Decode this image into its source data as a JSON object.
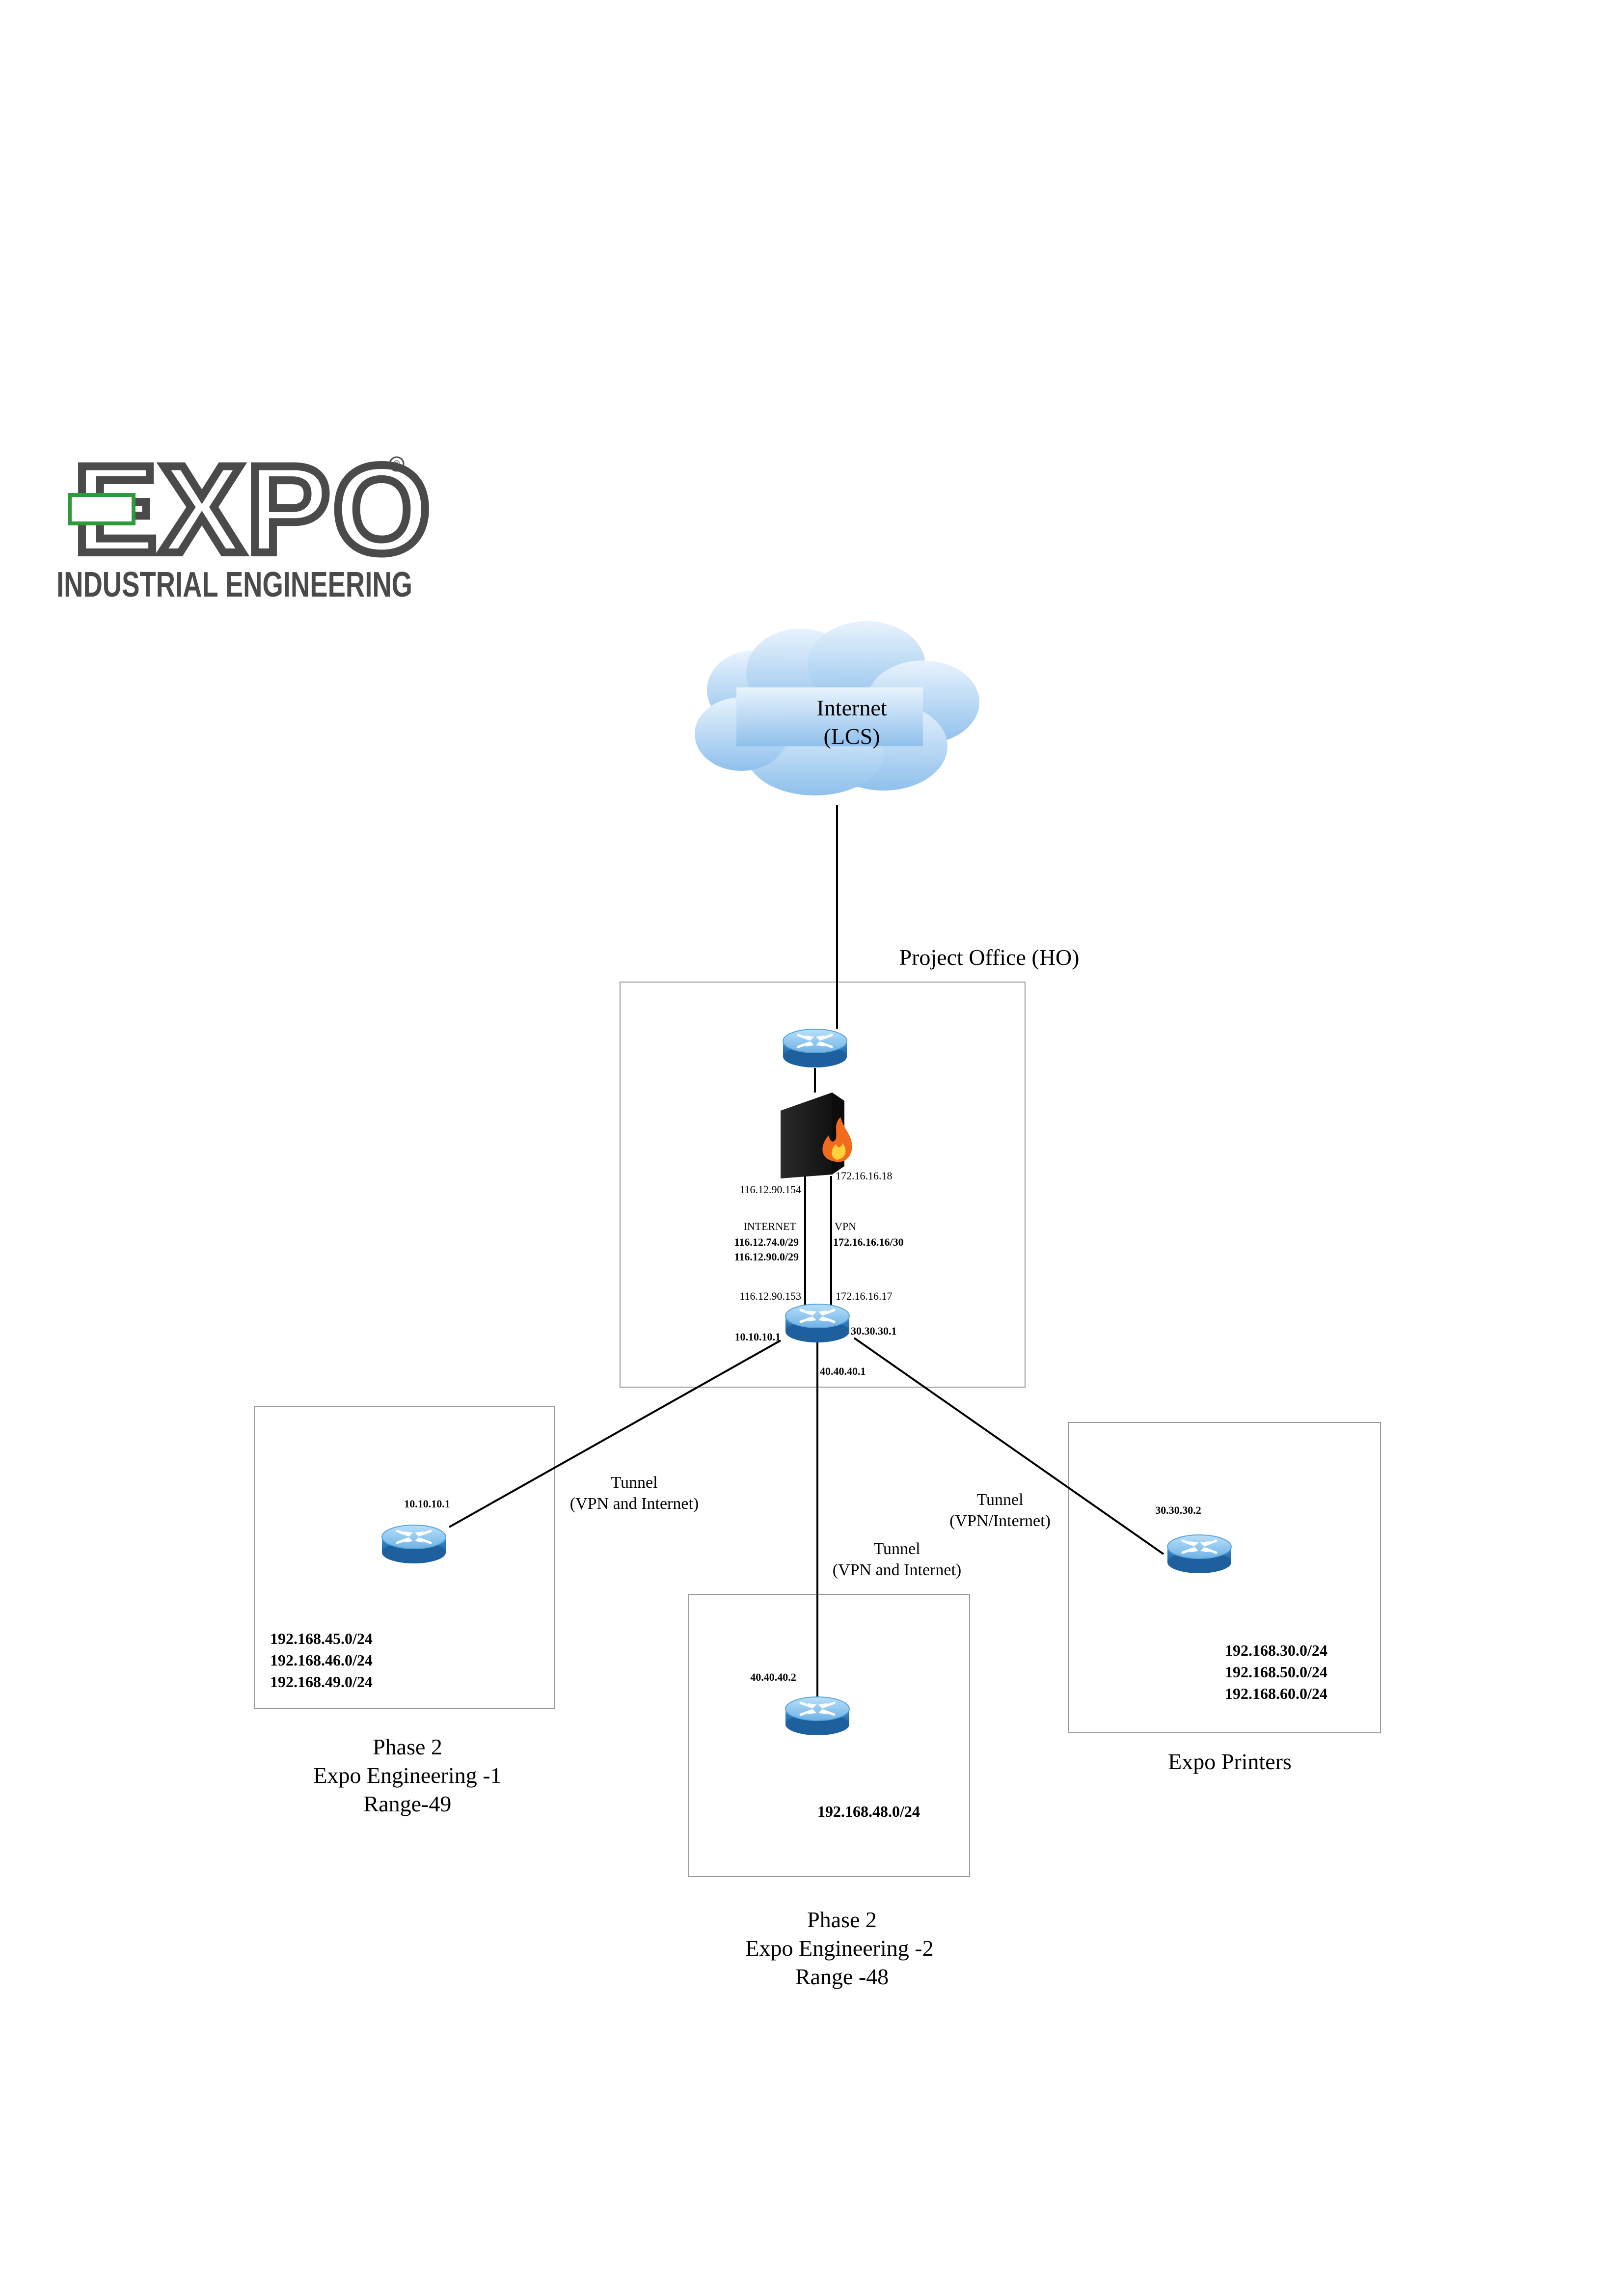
{
  "logo": {
    "wordmark": "EXPO",
    "registered": "®",
    "tagline": "INDUSTRIAL ENGINEERING"
  },
  "colors": {
    "logo_gray": "#4a4a4a",
    "logo_green": "#2e9b3a",
    "cloud_light": "#dcecfb",
    "cloud_dark": "#8fbfea",
    "router_top": "#8fc9f2",
    "router_side": "#2d7fc7",
    "firewall_body": "#1b1b1b",
    "box_border": "#999999",
    "link": "#000000"
  },
  "internet": {
    "line1": "Internet",
    "line2": "(LCS)"
  },
  "ho": {
    "title": "Project Office (HO)",
    "firewall_left_ip": "116.12.90.154",
    "firewall_right_ip": "172.16.16.18",
    "internet_label": "INTERNET",
    "internet_net1": "116.12.74.0/29",
    "internet_net2": "116.12.90.0/29",
    "vpn_label": "VPN",
    "vpn_net": "172.16.16.16/30",
    "core_left_ip": "116.12.90.153",
    "core_right_ip": "172.16.16.17",
    "core_if_left": "10.10.10.1",
    "core_if_right": "30.30.30.1",
    "core_if_down": "40.40.40.1"
  },
  "tunnels": {
    "left": {
      "line1": "Tunnel",
      "line2": "(VPN and Internet)"
    },
    "middle": {
      "line1": "Tunnel",
      "line2": "(VPN and Internet)"
    },
    "right": {
      "line1": "Tunnel",
      "line2": "(VPN/Internet)"
    }
  },
  "site1": {
    "router_ip": "10.10.10.1",
    "networks": [
      "192.168.45.0/24",
      "192.168.46.0/24",
      "192.168.49.0/24"
    ],
    "caption": [
      "Phase 2",
      "Expo Engineering -1",
      "Range-49"
    ]
  },
  "site2": {
    "router_ip": "40.40.40.2",
    "networks": [
      "192.168.48.0/24"
    ],
    "caption": [
      "Phase 2",
      "Expo Engineering -2",
      "Range -48"
    ]
  },
  "site3": {
    "router_ip": "30.30.30.2",
    "networks": [
      "192.168.30.0/24",
      "192.168.50.0/24",
      "192.168.60.0/24"
    ],
    "caption": [
      "Expo Printers"
    ]
  }
}
